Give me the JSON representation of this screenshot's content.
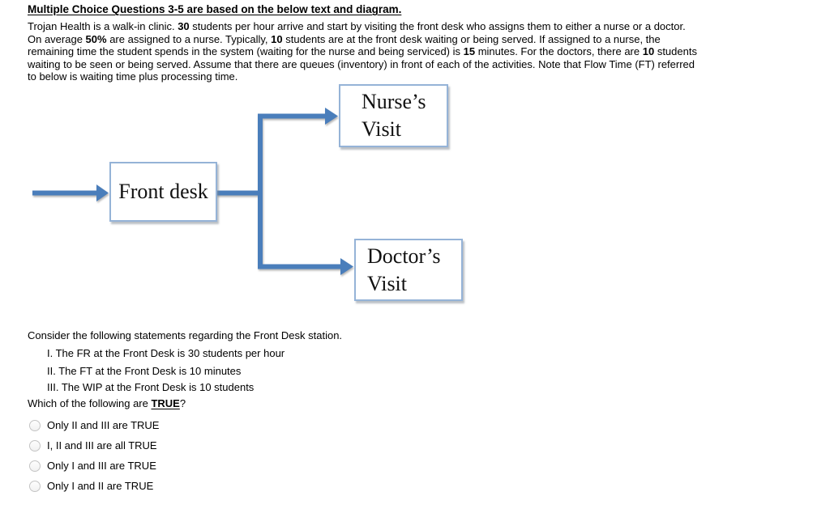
{
  "title": "Multiple Choice Questions 3-5 are based on the below text and diagram.",
  "intro": {
    "lines": [
      {
        "segments": [
          {
            "text": "Trojan Health is a walk-in clinic. "
          },
          {
            "text": "30"
          },
          {
            "text": " students per hour arrive and start by visiting the front desk who assigns them to either a nurse or a doctor."
          }
        ]
      },
      {
        "segments": [
          {
            "text": "On average "
          },
          {
            "text": "50%"
          },
          {
            "text": " are assigned to a nurse. Typically, "
          },
          {
            "text": "10"
          },
          {
            "text": " students are at the front desk waiting or being served. If assigned to a nurse, the"
          }
        ]
      },
      {
        "segments": [
          {
            "text": "remaining time the student spends in the system (waiting for the nurse and being serviced) is "
          },
          {
            "text": "15"
          },
          {
            "text": " minutes. For the doctors, there are "
          },
          {
            "text": "10"
          },
          {
            "text": " students"
          }
        ]
      },
      {
        "segments": [
          {
            "text": "waiting to be seen or being served. Assume that there are queues (inventory) in front of each of the activities.  Note that Flow Time (FT) referred"
          }
        ]
      },
      {
        "segments": [
          {
            "text": "to below is waiting time plus processing time."
          }
        ]
      }
    ]
  },
  "diagram": {
    "front_desk_label": "Front desk",
    "nurse_line1": "Nurse’s",
    "nurse_line2": "Visit",
    "doctor_line1": "Doctor’s",
    "doctor_line2": "Visit",
    "arrow_color": "#4a7ebb",
    "box_border_color": "#95b3d7"
  },
  "question": {
    "consider": "Consider the following statements regarding the Front Desk station.",
    "statements": [
      "I. The FR at the Front Desk is 30 students per hour",
      "II. The FT at the Front Desk is 10 minutes",
      "III. The WIP at the Front Desk is 10 students"
    ],
    "prompt": {
      "prefix": "Which of the following are ",
      "emphasis": "TRUE",
      "suffix": "?"
    },
    "options": [
      {
        "label": "Only II and III are TRUE",
        "selected": false
      },
      {
        "label": "I, II and III are all TRUE",
        "selected": false
      },
      {
        "label": "Only I and III are TRUE",
        "selected": false
      },
      {
        "label": "Only I and II are TRUE",
        "selected": false
      }
    ]
  }
}
